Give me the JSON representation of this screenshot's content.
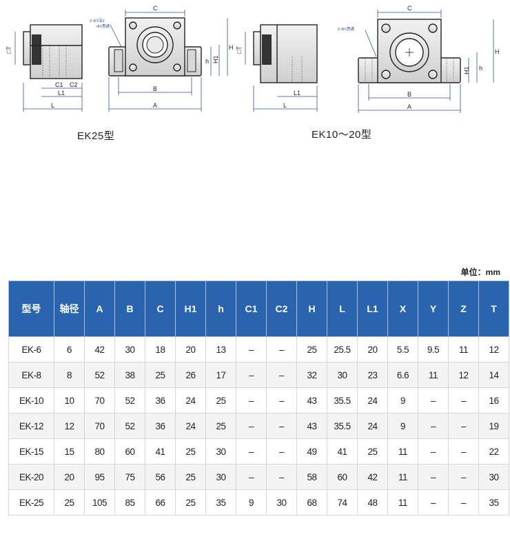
{
  "drawings": {
    "ek25": {
      "caption": "EK25型",
      "labels": {
        "C": "C",
        "T": "□T",
        "H": "H",
        "H1": "H1",
        "h": "h",
        "B": "B",
        "A": "A",
        "L": "L",
        "L1": "L1",
        "C1": "C1",
        "C2": "C2",
        "hole_note_1": "2-ΦY深Z",
        "hole_note_2": "ΦX贯通"
      }
    },
    "ek10_20": {
      "caption": "EK10～20型",
      "labels": {
        "C": "C",
        "T": "□T",
        "H": "H",
        "H1": "H1",
        "h": "h",
        "B": "B",
        "A": "A",
        "L": "L",
        "L1": "L1",
        "hole_note_1": "2-ΦX贯通"
      }
    }
  },
  "table": {
    "unit": "单位：mm",
    "headers": [
      "型号",
      "轴径",
      "A",
      "B",
      "C",
      "H1",
      "h",
      "C1",
      "C2",
      "H",
      "L",
      "L1",
      "X",
      "Y",
      "Z",
      "T"
    ],
    "rows": [
      [
        "EK-6",
        "6",
        "42",
        "30",
        "18",
        "20",
        "13",
        "–",
        "–",
        "25",
        "25.5",
        "20",
        "5.5",
        "9.5",
        "11",
        "12"
      ],
      [
        "EK-8",
        "8",
        "52",
        "38",
        "25",
        "26",
        "17",
        "–",
        "–",
        "32",
        "30",
        "23",
        "6.6",
        "11",
        "12",
        "14"
      ],
      [
        "EK-10",
        "10",
        "70",
        "52",
        "36",
        "24",
        "25",
        "–",
        "–",
        "43",
        "35.5",
        "24",
        "9",
        "–",
        "–",
        "16"
      ],
      [
        "EK-12",
        "12",
        "70",
        "52",
        "36",
        "24",
        "25",
        "–",
        "–",
        "43",
        "35.5",
        "24",
        "9",
        "–",
        "–",
        "19"
      ],
      [
        "EK-15",
        "15",
        "80",
        "60",
        "41",
        "25",
        "30",
        "–",
        "–",
        "49",
        "41",
        "25",
        "11",
        "–",
        "–",
        "22"
      ],
      [
        "EK-20",
        "20",
        "95",
        "75",
        "56",
        "25",
        "30",
        "–",
        "–",
        "58",
        "60",
        "42",
        "11",
        "–",
        "–",
        "30"
      ],
      [
        "EK-25",
        "25",
        "105",
        "85",
        "66",
        "25",
        "35",
        "9",
        "30",
        "68",
        "74",
        "48",
        "11",
        "–",
        "–",
        "35"
      ]
    ]
  }
}
